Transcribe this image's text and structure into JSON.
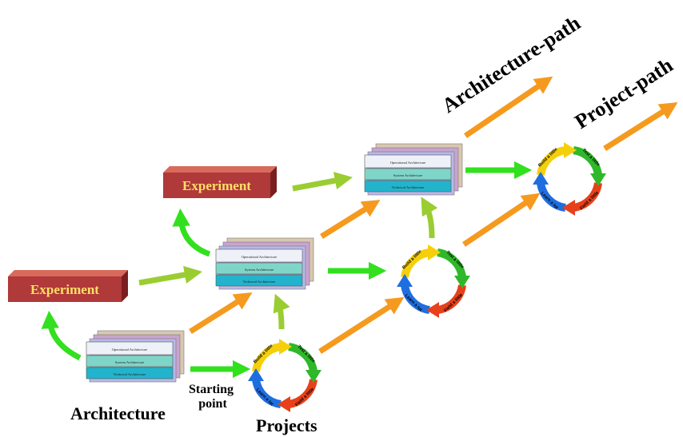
{
  "labels": {
    "architecture_path": "Architecture-path",
    "project_path": "Project-path",
    "starting_point": "Starting point",
    "architecture": "Architecture",
    "projects": "Projects"
  },
  "experiment_label": "Experiment",
  "stack_layers": [
    "Operational Architecture",
    "System Architecture",
    "Technical Architecture"
  ],
  "cycle_phases": [
    "Build a little",
    "Test a little",
    "Field a little",
    "Learn a lot"
  ],
  "colors": {
    "experiment_fill": "#b0393a",
    "experiment_text": "#ffe066",
    "arrow_orange": "#f59a1e",
    "arrow_green": "#32e01e",
    "arrow_lightgreen": "#9acd32",
    "cycle_yellow": "#f5d00a",
    "cycle_green": "#2fb82a",
    "cycle_red": "#e8401a",
    "cycle_blue": "#1f6ee0",
    "layer_top": "#eef2f8",
    "layer_mid": "#7fd6c8",
    "layer_bottom": "#22b4cc"
  }
}
